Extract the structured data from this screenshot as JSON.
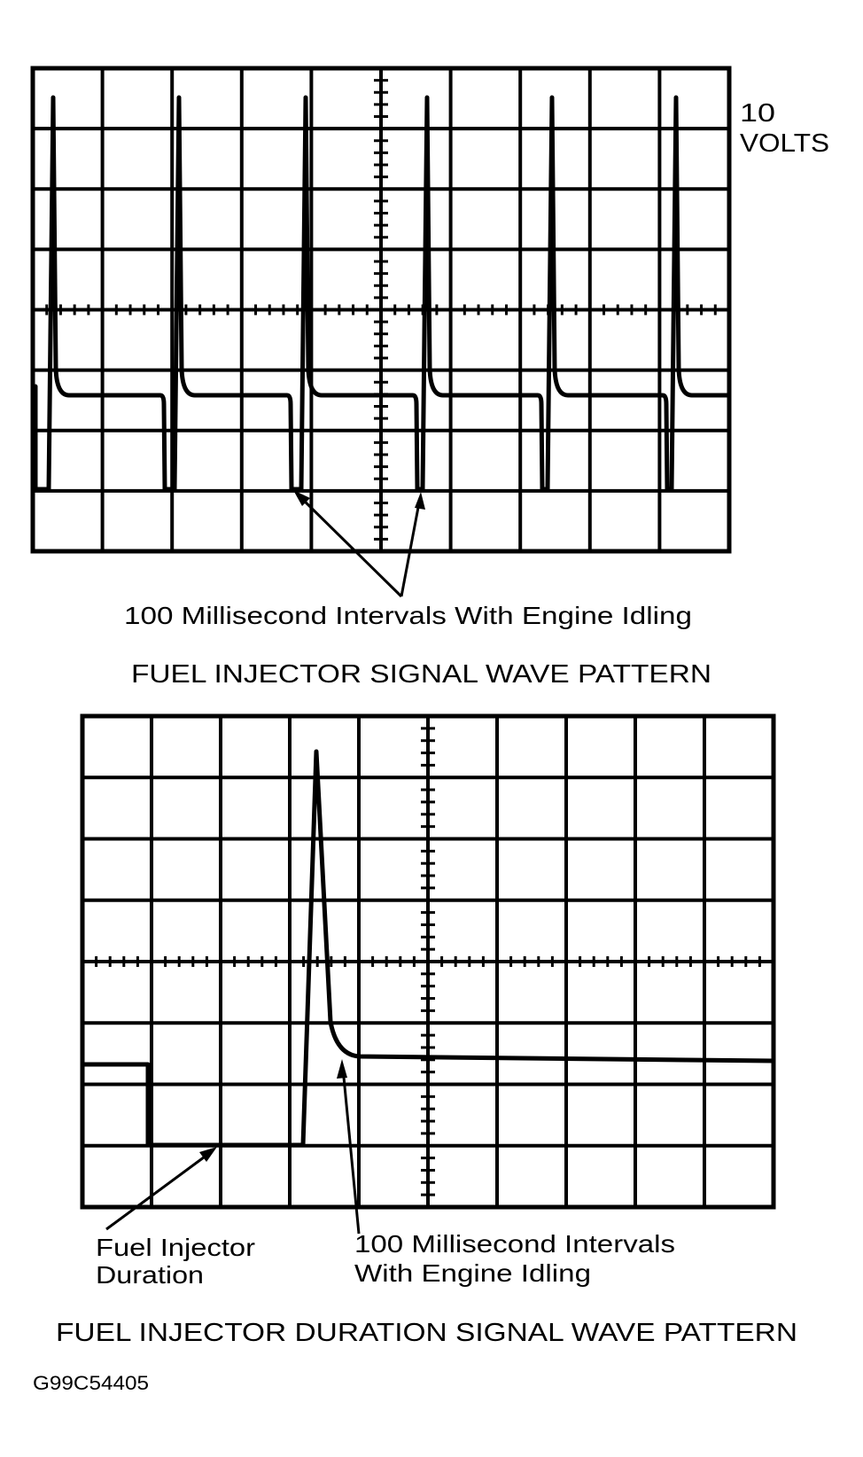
{
  "colors": {
    "ink": "#000000",
    "background": "#ffffff"
  },
  "top_scope": {
    "scale_value": "10",
    "scale_unit": "VOLTS",
    "callout": "100 Millisecond Intervals With Engine Idling",
    "title": "FUEL INJECTOR SIGNAL WAVE PATTERN"
  },
  "bottom_scope": {
    "callout_duration_line1": "Fuel Injector",
    "callout_duration_line2": "Duration",
    "callout_interval_line1": "100 Millisecond Intervals",
    "callout_interval_line2": "With Engine Idling",
    "title": "FUEL INJECTOR DURATION SIGNAL WAVE PATTERN"
  },
  "figure_id": "G99C54405"
}
